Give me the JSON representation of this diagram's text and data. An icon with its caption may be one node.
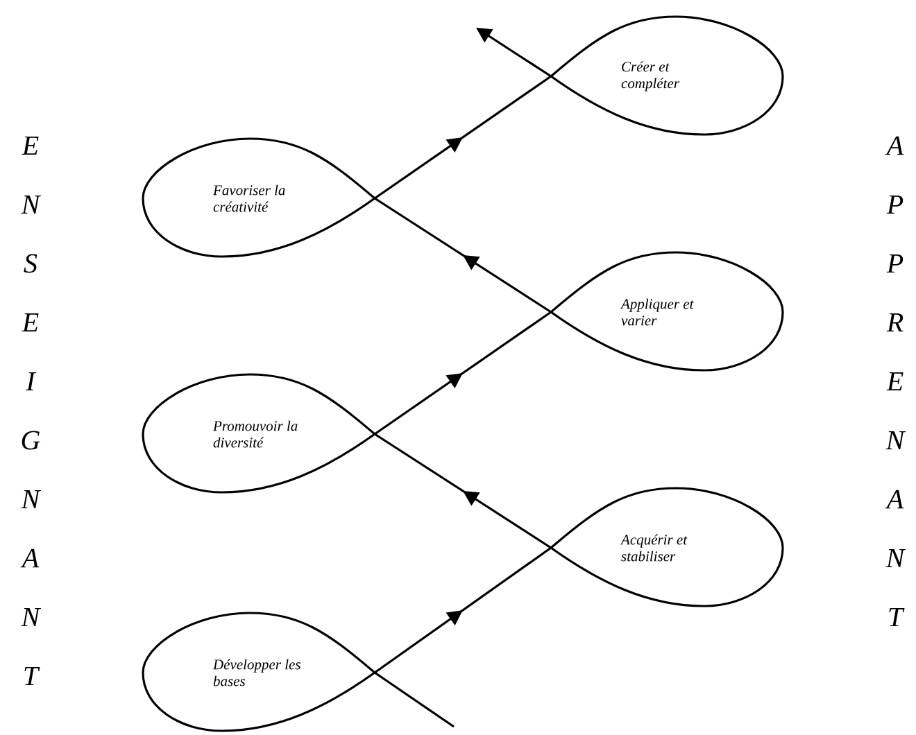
{
  "diagram": {
    "nodes": [
      {
        "text": [
          "Créer et compléter"
        ]
      },
      {
        "text": [
          "Favoriser la créativité"
        ]
      },
      {
        "text": [
          "Appliquer et varier"
        ]
      },
      {
        "text": [
          "Promouvoir la diversité"
        ]
      },
      {
        "text": [
          "Acquérir et stabiliser"
        ]
      },
      {
        "text": [
          "Développer les bases"
        ]
      }
    ],
    "edges": [
      {
        "from": null,
        "to": 5,
        "arrow": "none"
      },
      {
        "from": 5,
        "to": 4,
        "arrow": "to"
      },
      {
        "from": 4,
        "to": 3,
        "arrow": "to"
      },
      {
        "from": 3,
        "to": 2,
        "arrow": "to"
      },
      {
        "from": 2,
        "to": 1,
        "arrow": "to"
      },
      {
        "from": 1,
        "to": 0,
        "arrow": "to"
      },
      {
        "from": 0,
        "to": null,
        "arrow": "to"
      }
    ],
    "labels": [
      "E",
      "N",
      "S",
      "E",
      "I",
      "G",
      "N",
      "A",
      "N",
      "T",
      "A",
      "P",
      "P",
      "R",
      "E",
      "N",
      "A",
      "N",
      "T"
    ]
  }
}
